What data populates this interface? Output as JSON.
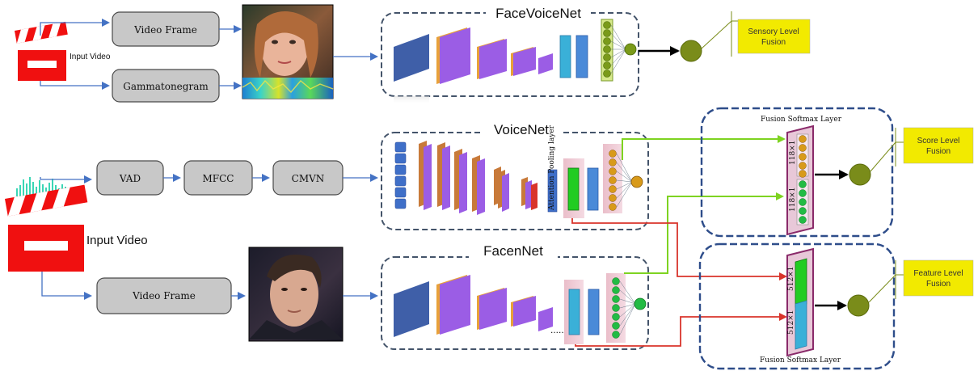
{
  "top": {
    "input_label": "Input Video",
    "video_frame": "Video Frame",
    "gammatonegram": "Gammatonegram",
    "net_title": "FaceVoiceNet",
    "fusion": [
      "Sensory Level",
      "Fusion"
    ]
  },
  "voice": {
    "net_title": "VoiceNet",
    "vad": "VAD",
    "mfcc": "MFCC",
    "cmvn": "CMVN",
    "pooling_label": "Attention Pooling layer"
  },
  "face": {
    "input_label": "Input Video",
    "video_frame": "Video Frame",
    "net_title": "FacenNet",
    "ellipsis": "....."
  },
  "score_fusion": {
    "layer_title": "Fusion Softmax Layer",
    "dim_top": "118×1",
    "dim_bottom": "118×1",
    "label": [
      "Score Level",
      "Fusion"
    ]
  },
  "feature_fusion": {
    "layer_title": "Fusion Softmax Layer",
    "dim_top": "512×1",
    "dim_bottom": "512×1",
    "label": [
      "Feature Level",
      "Fusion"
    ]
  },
  "colors": {
    "arrow_blue": "#4472c4",
    "arrow_green": "#7ed321",
    "arrow_red": "#d9342b",
    "box_grey": "#c8c8c8",
    "dashed_border": "#44546a",
    "fusion_border": "#2e4d8a",
    "label_yellow": "#f2ea00",
    "output_circle": "#7a8c1a",
    "clapper_red": "#f01010"
  }
}
